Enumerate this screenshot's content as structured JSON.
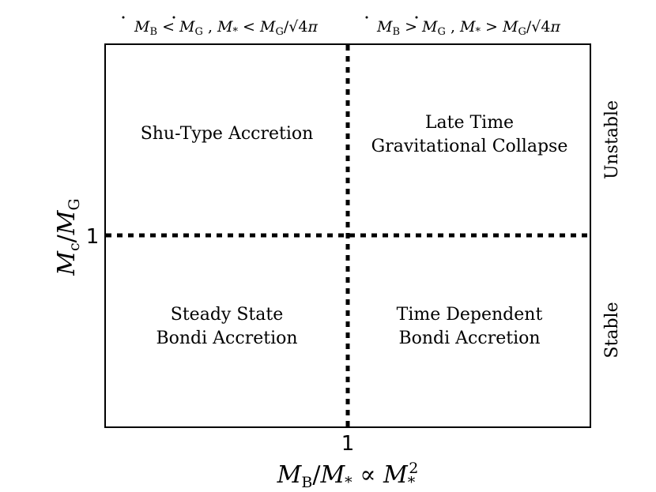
{
  "header": {
    "left_condition": "Ṁ_B < Ṁ_G , M_* < M_G/√4π",
    "right_condition": "Ṁ_B > Ṁ_G , M_* > M_G/√4π"
  },
  "axes": {
    "x_label": "M_B/M_* ∝ M_*^2",
    "y_label": "M_c/M_G",
    "x_tick": "1",
    "y_tick": "1"
  },
  "quadrants": {
    "top_left": [
      "Shu-Type Accretion"
    ],
    "top_right": [
      "Late Time",
      "Gravitational Collapse"
    ],
    "bottom_left": [
      "Steady State",
      "Bondi Accretion"
    ],
    "bottom_right": [
      "Time Dependent",
      "Bondi Accretion"
    ]
  },
  "side_labels": {
    "top": "Unstable",
    "bottom": "Stable"
  }
}
